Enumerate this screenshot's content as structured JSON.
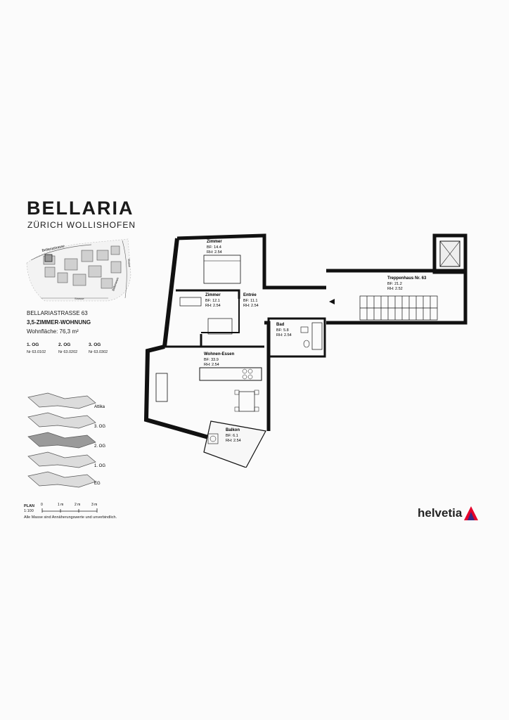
{
  "project": {
    "name": "BELLARIA",
    "location": "ZÜRICH WOLLISHOFEN"
  },
  "site_plan": {
    "street_top": "Bellariastrasse",
    "street_bottom": "Strasse",
    "street_right": "Strasse",
    "street_side": "Bellariarain"
  },
  "address": "BELLARIASTRASSE 63",
  "unit_type": "3,5-ZIMMER-WOHNUNG",
  "living_area": "Wohnfläche: 76,3 m²",
  "floors": [
    {
      "label": "1. OG",
      "number": "Nr 63.0102"
    },
    {
      "label": "2. OG",
      "number": "Nr 63.0202"
    },
    {
      "label": "3. OG",
      "number": "Nr 63.0302"
    }
  ],
  "stack_labels": [
    "Attika",
    "3. OG",
    "2. OG",
    "1. OG",
    "EG"
  ],
  "scale": {
    "plan": "PLAN",
    "ratio": "1:100",
    "ticks": [
      "0",
      "1 m",
      "2 m",
      "3 m"
    ],
    "disclaimer": "Alle Masse sind Annäherungswerte und unverbindlich."
  },
  "rooms": [
    {
      "name": "Zimmer",
      "bf": "BF: 14.4",
      "rh": "RH: 2.54"
    },
    {
      "name": "Zimmer",
      "bf": "BF: 12.1",
      "rh": "RH: 2.54"
    },
    {
      "name": "Entrée",
      "bf": "BF: 11.1",
      "rh": "RH: 2.54"
    },
    {
      "name": "Bad",
      "bf": "BF: 5.8",
      "rh": "RH: 2.54"
    },
    {
      "name": "Wohnen-Essen",
      "bf": "BF: 33.9",
      "rh": "RH: 2.54"
    },
    {
      "name": "Balkon",
      "bf": "BF: 6.1",
      "rh": "RH: 2.54"
    },
    {
      "name": "Treppenhaus Nr. 63",
      "bf": "BF: 21.2",
      "rh": "RH: 2.52"
    }
  ],
  "logo": {
    "text": "helvetia",
    "color": "#e4002b",
    "accent": "#3a2a82"
  }
}
